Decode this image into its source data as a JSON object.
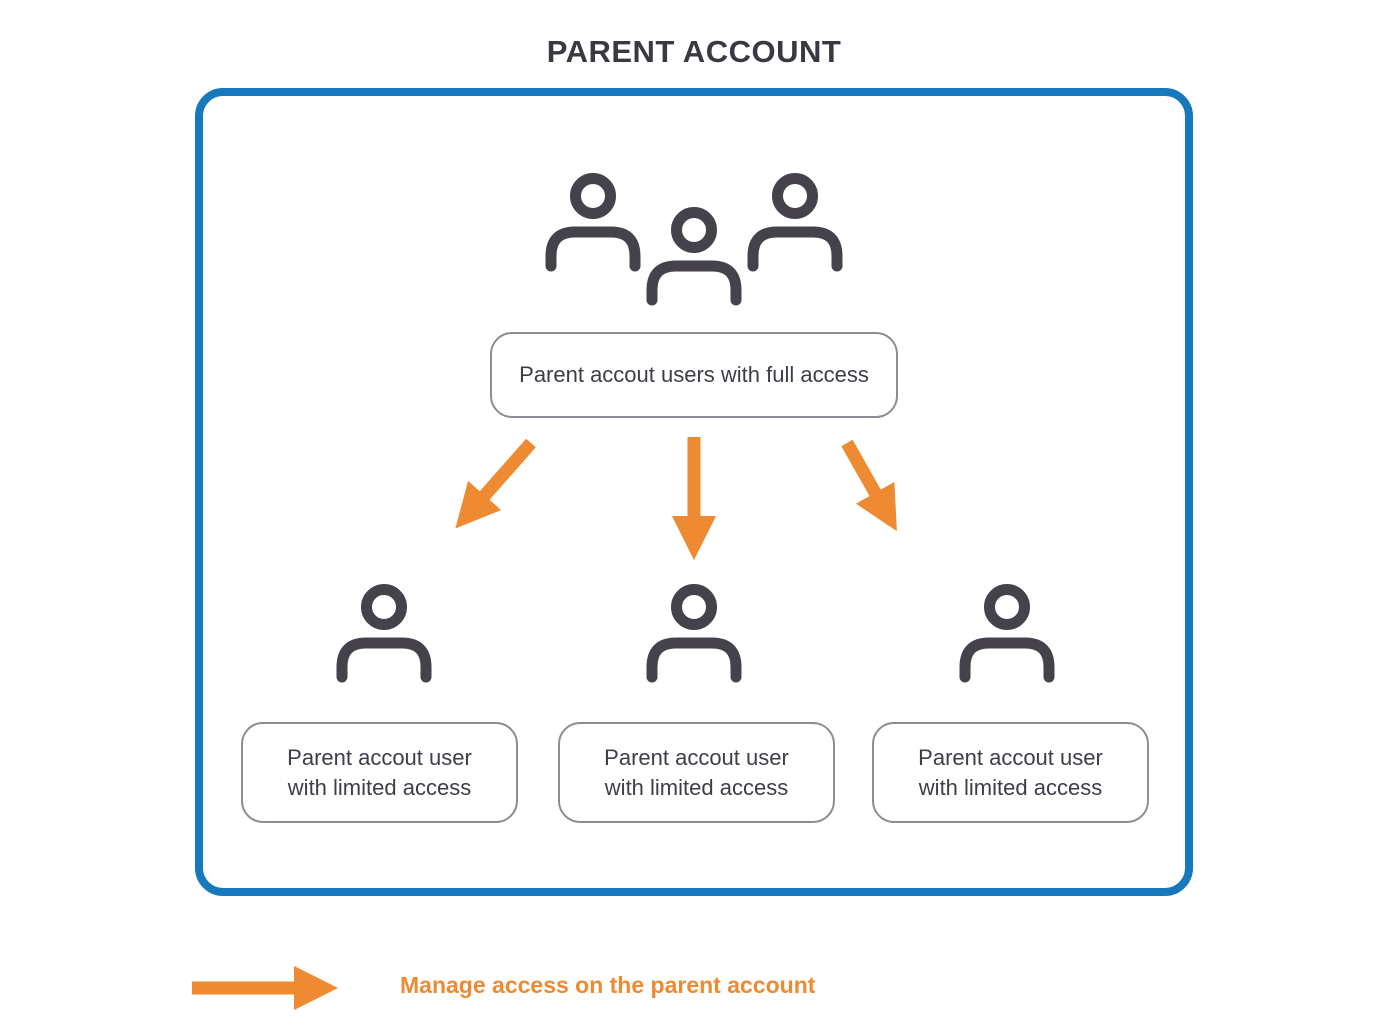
{
  "title": "PARENT ACCOUNT",
  "nodes": {
    "full_access_label": "Parent accout users with full access",
    "limited": [
      {
        "line1": "Parent accout user",
        "line2": "with limited access"
      },
      {
        "line1": "Parent accout user",
        "line2": "with limited access"
      },
      {
        "line1": "Parent accout user",
        "line2": "with limited access"
      }
    ]
  },
  "legend": {
    "label": "Manage access on the parent account"
  },
  "icons": {
    "top": "users-group-icon",
    "children": "person-icon",
    "legend": "arrow-right-icon"
  },
  "colors": {
    "frame_blue": "#1878be",
    "arrow_orange": "#ee8a31",
    "icon_dark": "#45424c",
    "box_border_gray": "#8c8c94",
    "text_dark": "#3f3d47"
  }
}
